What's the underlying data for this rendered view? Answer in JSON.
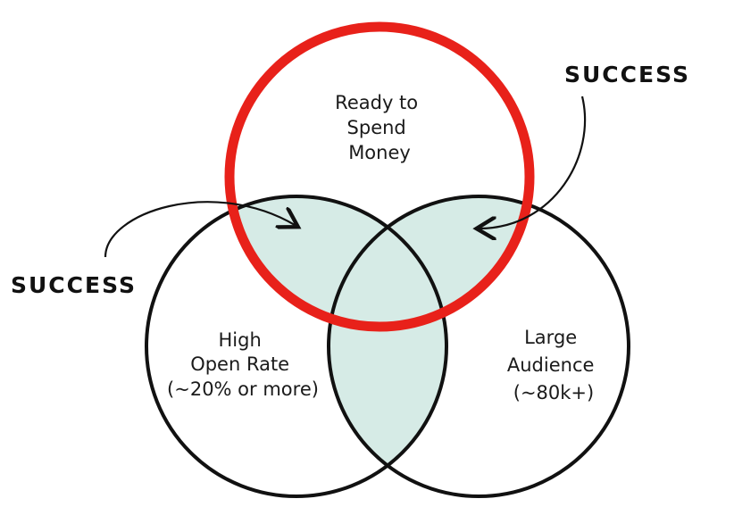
{
  "diagram": {
    "circles": {
      "top": {
        "lines": [
          "Ready to",
          "Spend",
          "Money"
        ],
        "color": "#e8211a"
      },
      "left": {
        "lines": [
          "High",
          "Open Rate",
          "(~20% or more)"
        ],
        "color": "#111111"
      },
      "right": {
        "lines": [
          "Large",
          "Audience",
          "(~80k+)"
        ],
        "color": "#111111"
      }
    },
    "overlap_fill": "#cfe8e2",
    "annotations": {
      "left_success": "SUCCESS",
      "right_success": "SUCCESS"
    }
  }
}
